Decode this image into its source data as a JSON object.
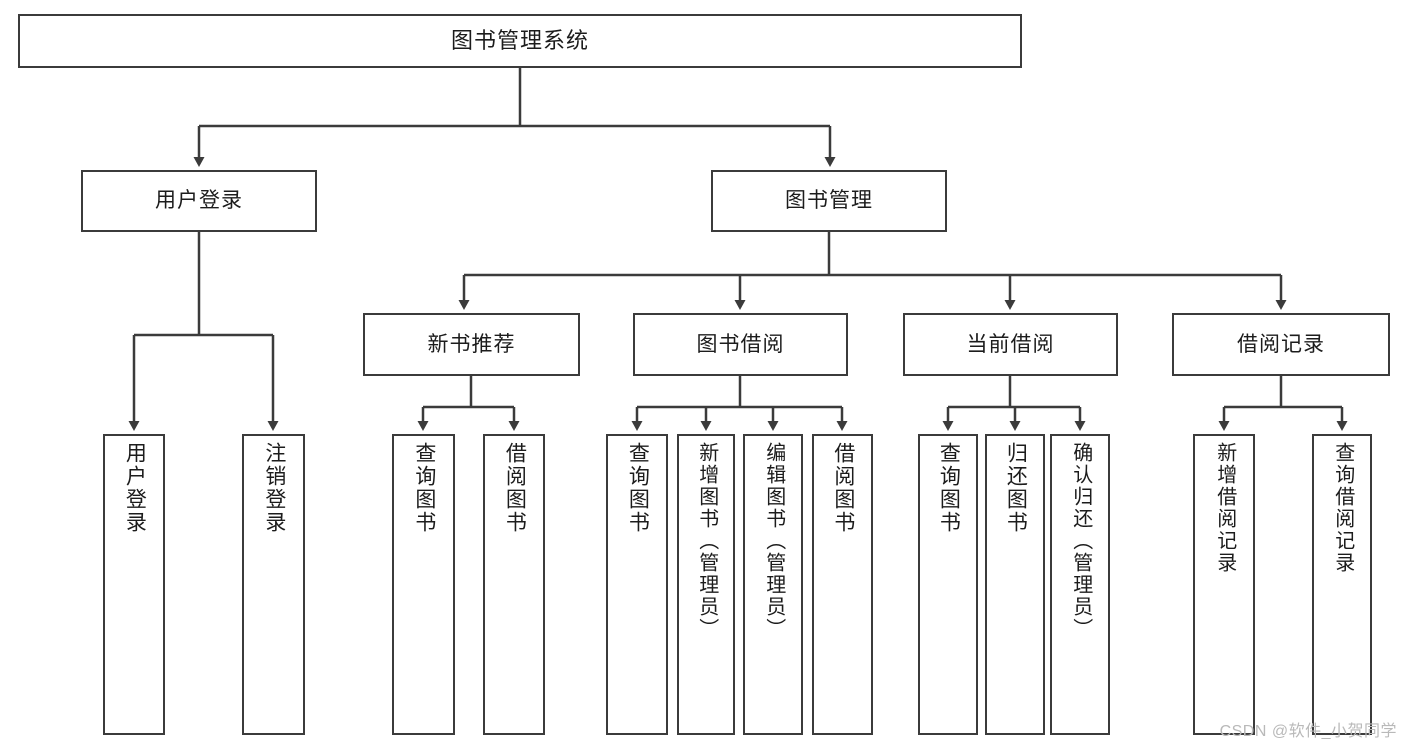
{
  "diagram": {
    "title": "图书管理系统",
    "type": "tree-hierarchy",
    "root": {
      "label": "图书管理系统"
    },
    "level2": [
      {
        "label": "用户登录"
      },
      {
        "label": "图书管理"
      }
    ],
    "level3": [
      {
        "label": "新书推荐"
      },
      {
        "label": "图书借阅"
      },
      {
        "label": "当前借阅"
      },
      {
        "label": "借阅记录"
      }
    ],
    "leaves": {
      "user_login": [
        {
          "label": "用户登录"
        },
        {
          "label": "注销登录"
        }
      ],
      "new_book_recommend": [
        {
          "label": "查询图书"
        },
        {
          "label": "借阅图书"
        }
      ],
      "book_borrow": [
        {
          "label": "查询图书"
        },
        {
          "label": "新增图书（管理员）"
        },
        {
          "label": "编辑图书（管理员）"
        },
        {
          "label": "借阅图书"
        }
      ],
      "current_borrow": [
        {
          "label": "查询图书"
        },
        {
          "label": "归还图书"
        },
        {
          "label": "确认归还（管理员）"
        }
      ],
      "borrow_record": [
        {
          "label": "新增借阅记录"
        },
        {
          "label": "查询借阅记录"
        }
      ]
    }
  },
  "watermark": {
    "text": "CSDN @软件_小贺同学"
  },
  "colors": {
    "stroke": "#3b3b3b",
    "text": "#1c1c1c",
    "background": "#ffffff",
    "watermark": "#b9b9b9"
  }
}
